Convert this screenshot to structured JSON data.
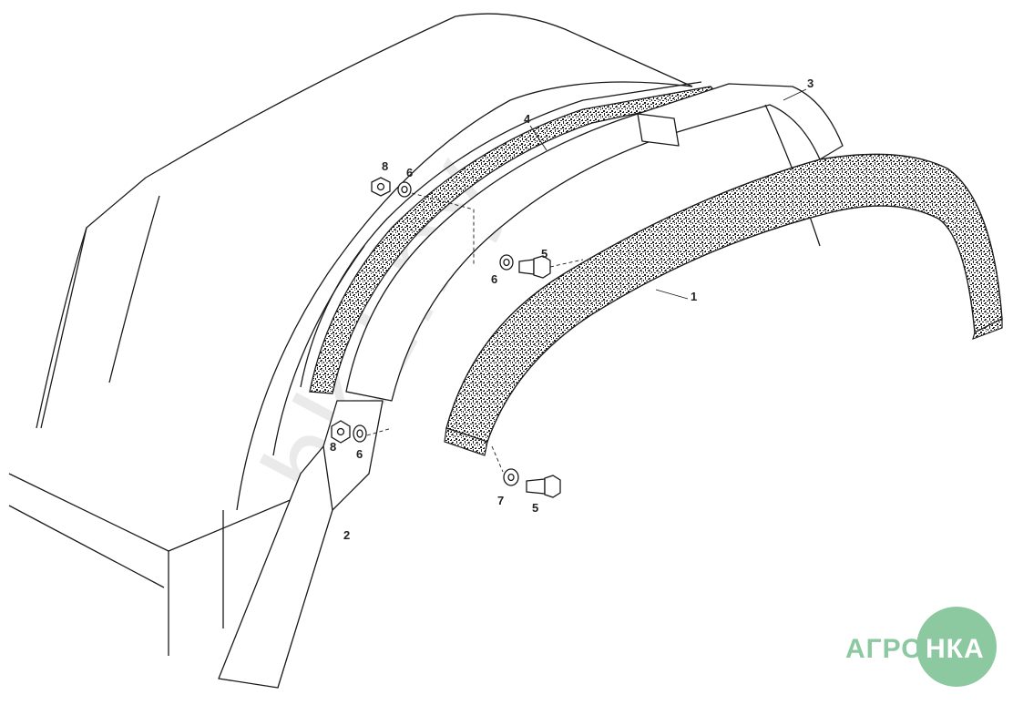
{
  "callouts": {
    "p1": "1",
    "p2": "2",
    "p3": "3",
    "p4": "4",
    "p5a": "5",
    "p5b": "5",
    "p6a": "6",
    "p6b": "6",
    "p6c": "6",
    "p7": "7",
    "p8a": "8",
    "p8b": "8"
  },
  "logo": {
    "left": "АГРО",
    "right": "НКА"
  },
  "watermark": {
    "text": "hk2.by"
  },
  "colors": {
    "line": "#1a1a1a",
    "foam": "#444444",
    "logo_green": "#8cc9a0",
    "logo_text": "#ffffff",
    "watermark": "#d9d9d9"
  }
}
